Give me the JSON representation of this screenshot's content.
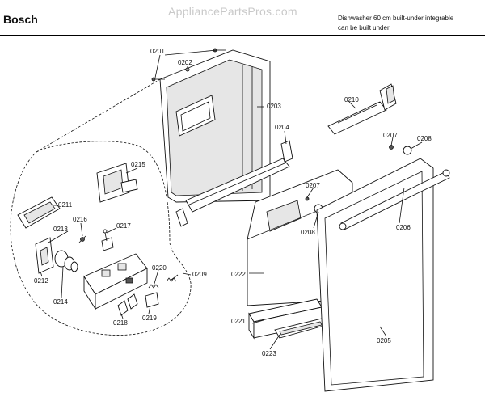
{
  "header": {
    "brand": "Bosch",
    "watermark": "AppliancePartsPros.com",
    "description_line1": "Dishwasher 60 cm built-under integrable",
    "description_line2": "can be built under"
  },
  "callouts": {
    "c0201": "0201",
    "c0202": "0202",
    "c0203": "0203",
    "c0204": "0204",
    "c0205": "0205",
    "c0206": "0206",
    "c0207a": "0207",
    "c0207b": "0207",
    "c0208a": "0208",
    "c0208b": "0208",
    "c0209": "0209",
    "c0210": "0210",
    "c0211": "0211",
    "c0212": "0212",
    "c0213": "0213",
    "c0214": "0214",
    "c0215": "0215",
    "c0216": "0216",
    "c0217": "0217",
    "c0218": "0218",
    "c0219": "0219",
    "c0220": "0220",
    "c0221": "0221",
    "c0222": "0222",
    "c0223": "0223"
  }
}
